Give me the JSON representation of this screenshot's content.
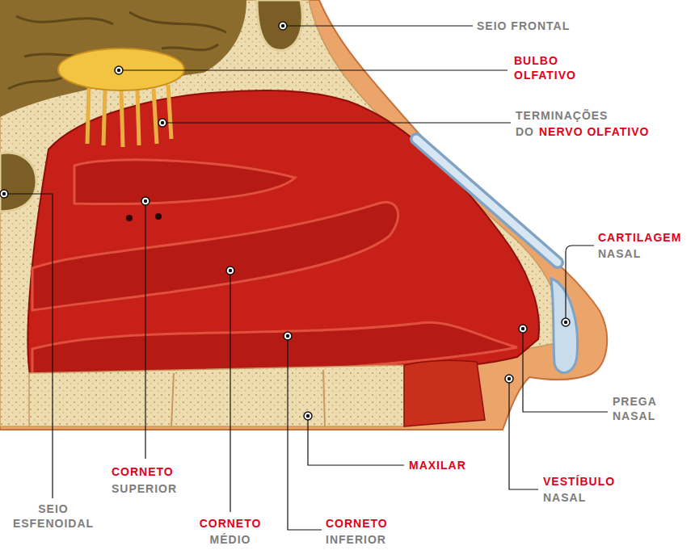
{
  "diagram": {
    "labels": [
      "SEIO FRONTAL",
      "BULBO OLFATIVO",
      "TERMINAÇÕES",
      "DO",
      "NERVO OLFATIVO",
      "CARTILAGEM",
      "NASAL",
      "PREGA NASAL",
      "VESTÍBULO",
      "NASAL",
      "MAXILAR",
      "CORNETO",
      "INFERIOR",
      "CORNETO",
      "MÉDIO",
      "CORNETO",
      "SUPERIOR",
      "SEIO ESFENOIDAL"
    ]
  }
}
